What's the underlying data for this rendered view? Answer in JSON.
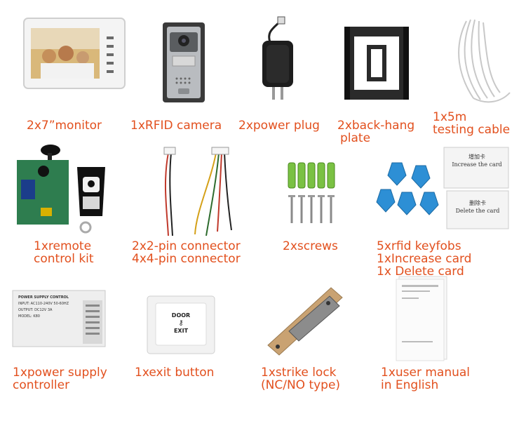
{
  "items": [
    {
      "id": "monitor",
      "icon": "monitor-icon",
      "lines": [
        "2x7”monitor"
      ]
    },
    {
      "id": "camera",
      "icon": "camera-icon",
      "lines": [
        "1xRFID camera"
      ]
    },
    {
      "id": "power-plug",
      "icon": "power-plug-icon",
      "lines": [
        "2xpower plug"
      ]
    },
    {
      "id": "back-hang-plate",
      "icon": "bracket-icon",
      "lines": [
        "2xback-hang",
        "plate"
      ]
    },
    {
      "id": "testing-cable",
      "icon": "cable-icon",
      "lines": [
        "1x5m",
        "testing cable"
      ]
    },
    {
      "id": "remote-control-kit",
      "icon": "remote-icon",
      "lines": [
        "1xremote",
        "control kit"
      ]
    },
    {
      "id": "connectors",
      "icon": "wire-connector-icon",
      "lines": [
        "2x2-pin connector",
        "4x4-pin connector"
      ]
    },
    {
      "id": "screws",
      "icon": "screw-icon",
      "lines": [
        "2xscrews"
      ]
    },
    {
      "id": "keyfobs",
      "icon": "keyfob-icon",
      "lines": [
        "5xrfid keyfobs",
        "1xIncrease card",
        "1x Delete card"
      ]
    },
    {
      "id": "power-supply",
      "icon": "power-supply-icon",
      "lines": [
        "1xpower supply",
        "controller"
      ]
    },
    {
      "id": "exit-button",
      "icon": "exit-button-icon",
      "lines": [
        "1xexit button"
      ]
    },
    {
      "id": "strike-lock",
      "icon": "strike-lock-icon",
      "lines": [
        "1xstrike lock",
        "(NC/NO type)"
      ]
    },
    {
      "id": "user-manual",
      "icon": "manual-icon",
      "lines": [
        "1xuser manual",
        "in English"
      ]
    }
  ],
  "labels": {
    "card_increase_cn": "增加卡",
    "card_increase_en": "Increase the card",
    "card_delete_cn": "删除卡",
    "card_delete_en": "Delete the card",
    "psu_title": "POWER SUPPLY CONTROL",
    "psu_input": "INPUT: AC110-240V 50-60HZ",
    "psu_output": "OUTPUT: DC12V 3A",
    "psu_model": "MODEL: K80",
    "exit_top": "DOOR",
    "exit_bottom": "EXIT"
  },
  "colors": {
    "caption": "#e2501e"
  }
}
